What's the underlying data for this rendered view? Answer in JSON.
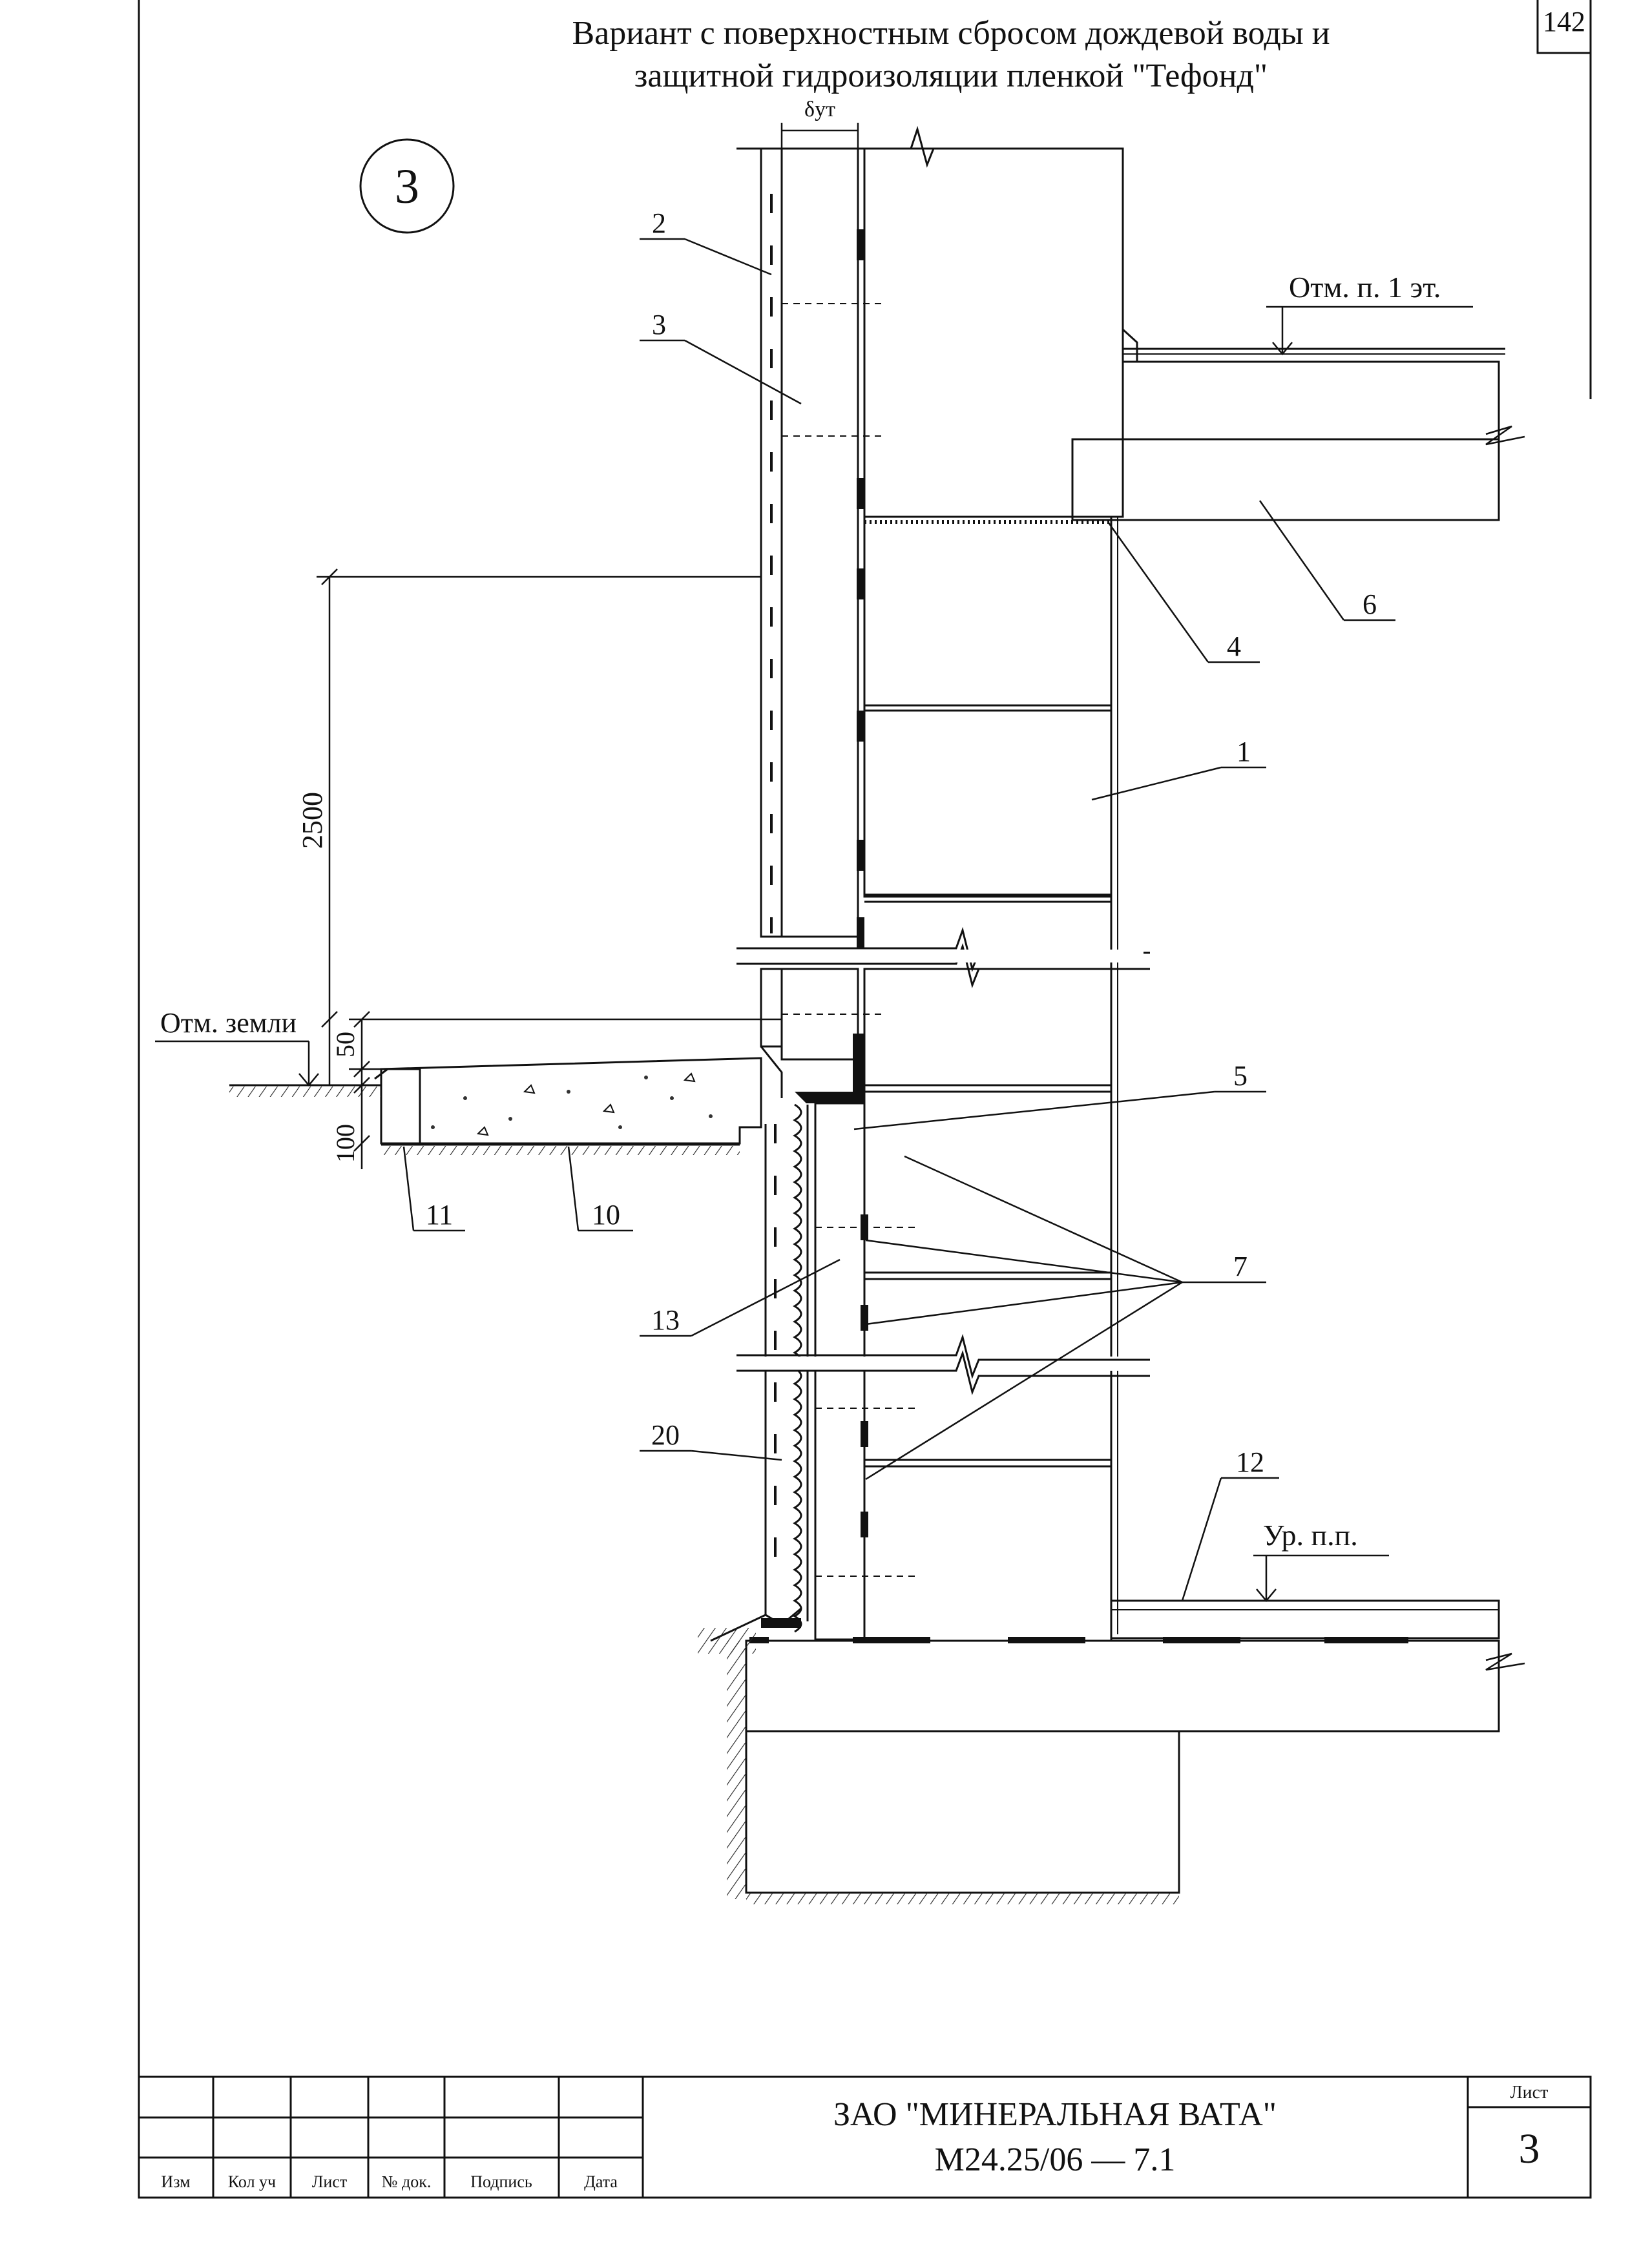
{
  "sheet": {
    "page_number": "142",
    "title_line1": "Вариант с поверхностным сбросом дождевой воды и",
    "title_line2": "защитной гидроизоляции пленкой \"Тефонд\"",
    "detail_number": "3"
  },
  "drawing": {
    "insulation_thickness_label": "δут",
    "levels": {
      "first_floor": "Отм. п. 1 эт.",
      "ground": "Отм. земли",
      "floor_level": "Ур. п.п."
    },
    "dimensions": {
      "height_2500": "2500",
      "offset_50": "50",
      "depth_100": "100"
    },
    "callouts": [
      "1",
      "2",
      "3",
      "4",
      "5",
      "6",
      "7",
      "10",
      "11",
      "12",
      "13",
      "20"
    ]
  },
  "title_block": {
    "company": "ЗАО \"МИНЕРАЛЬНАЯ ВАТА\"",
    "document_code": "М24.25/06  —  7.1",
    "sheet_label": "Лист",
    "sheet_number": "3",
    "columns": [
      "Изм",
      "Кол уч",
      "Лист",
      "№ док.",
      "Подпись",
      "Дата"
    ]
  }
}
